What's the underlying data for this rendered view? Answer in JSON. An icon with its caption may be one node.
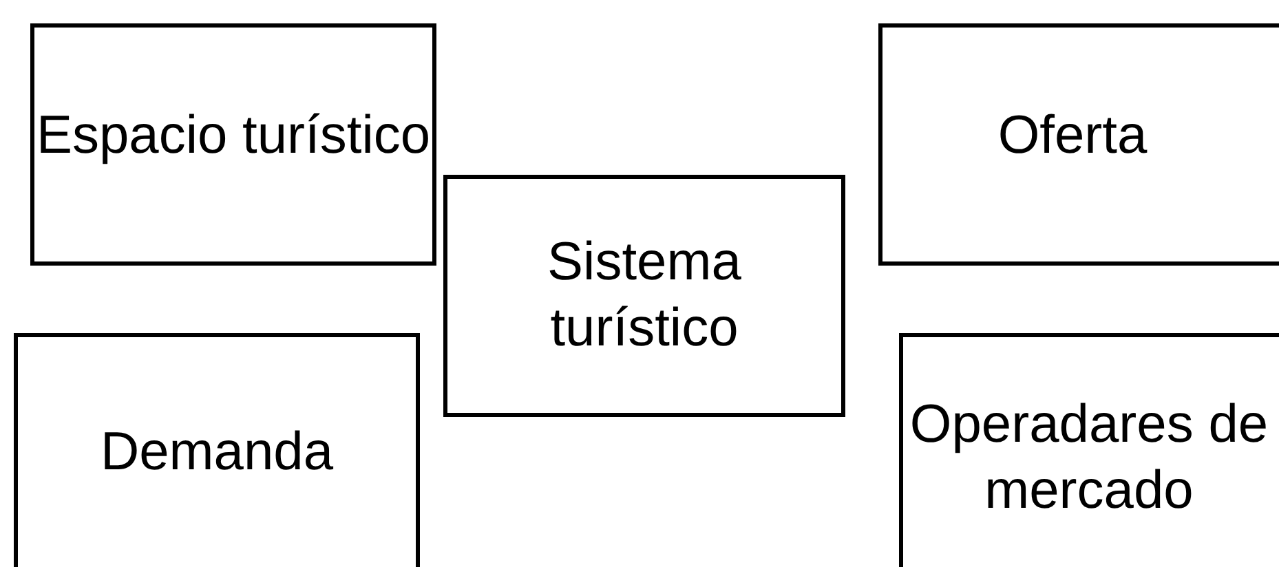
{
  "diagram": {
    "nodes": [
      {
        "text": [
          "Espacio turístico"
        ]
      },
      {
        "text": [
          "Oferta"
        ]
      },
      {
        "text": [
          "Sistema turístico"
        ]
      },
      {
        "text": [
          "Demanda"
        ]
      },
      {
        "text": [
          "Operadares de mercado"
        ]
      }
    ]
  }
}
